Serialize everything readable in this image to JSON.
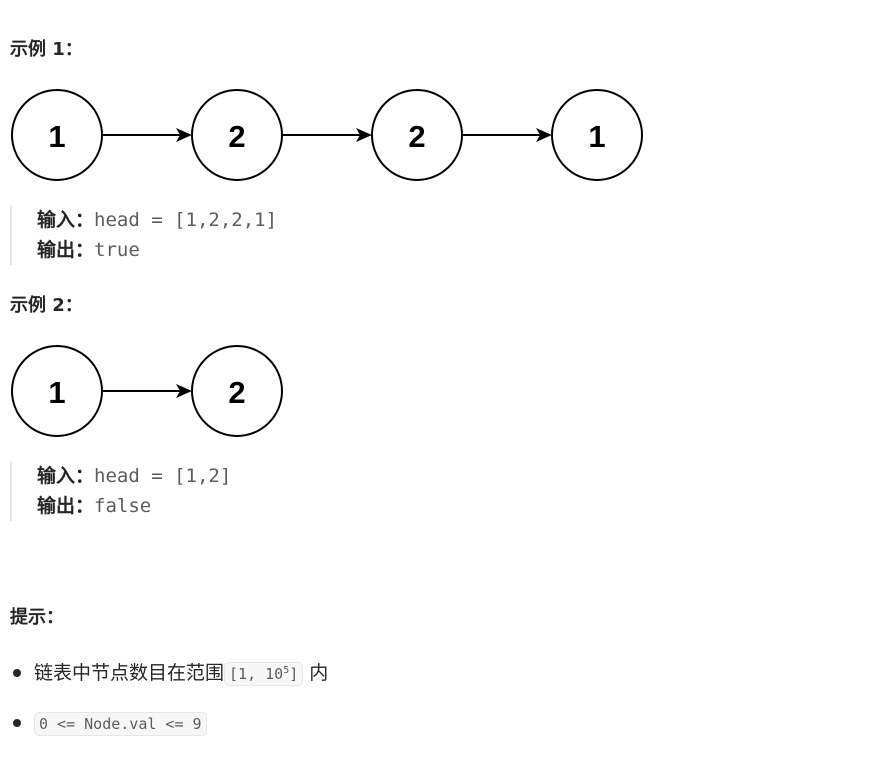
{
  "example1": {
    "heading": "示例 1：",
    "nodes": [
      "1",
      "2",
      "2",
      "1"
    ],
    "input_label": "输入：",
    "input_value": "head = [1,2,2,1]",
    "output_label": "输出：",
    "output_value": "true"
  },
  "example2": {
    "heading": "示例 2：",
    "nodes": [
      "1",
      "2"
    ],
    "input_label": "输入：",
    "input_value": "head = [1,2]",
    "output_label": "输出：",
    "output_value": "false"
  },
  "hints": {
    "heading": "提示：",
    "item1": {
      "text_before": "链表中节点数目在范围",
      "code_prefix": "[1, 10",
      "code_sup": "5",
      "code_suffix": "]",
      "text_after": " 内"
    },
    "item2": {
      "code": "0 <= Node.val <= 9"
    }
  }
}
